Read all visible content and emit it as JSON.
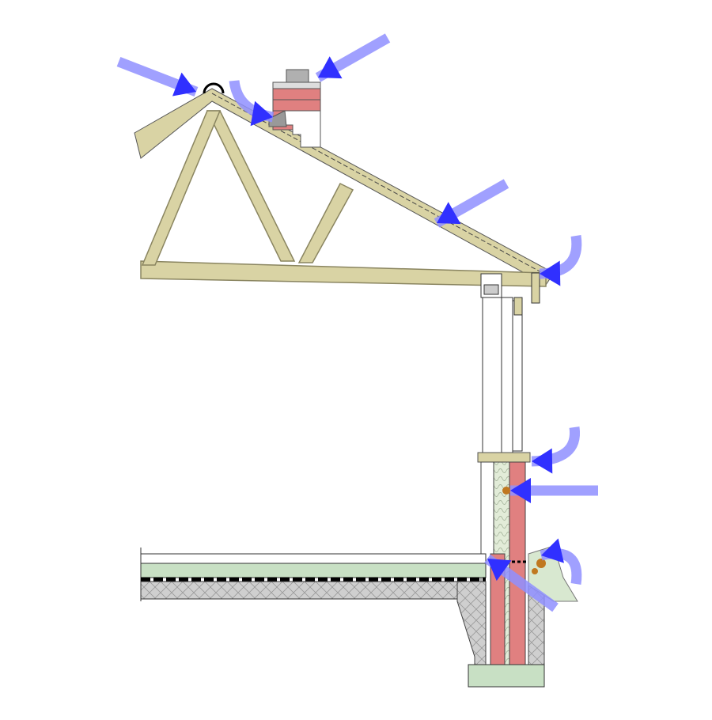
{
  "diagram": {
    "colors": {
      "background": "#ffffff",
      "timber": "#d9d3a4",
      "timber_edge": "#8a8560",
      "brick": "#e08080",
      "chimney_cap": "#b0b0b0",
      "insulation": "#d8e8d0",
      "slab_green": "#c8e0c4",
      "concrete": "#c8c8c8",
      "membrane": "#000000",
      "arrow_start": "#c8c8ff",
      "arrow_end": "#3030ff",
      "debris": "#c07820"
    },
    "components": [
      "roof-truss",
      "chimney",
      "ridge-vent",
      "window-frame",
      "window-sill",
      "cavity-wall",
      "floor-slab",
      "foundation",
      "footing",
      "ground"
    ],
    "arrows": [
      {
        "target": "ridge",
        "style": "straight"
      },
      {
        "target": "chimney-top",
        "style": "straight"
      },
      {
        "target": "chimney-flashing",
        "style": "curved"
      },
      {
        "target": "roof-slope",
        "style": "straight"
      },
      {
        "target": "eave-gutter",
        "style": "curved"
      },
      {
        "target": "window-sill",
        "style": "curved"
      },
      {
        "target": "wall-cavity",
        "style": "straight"
      },
      {
        "target": "damp-course",
        "style": "curved"
      },
      {
        "target": "floor-edge",
        "style": "straight"
      }
    ]
  }
}
